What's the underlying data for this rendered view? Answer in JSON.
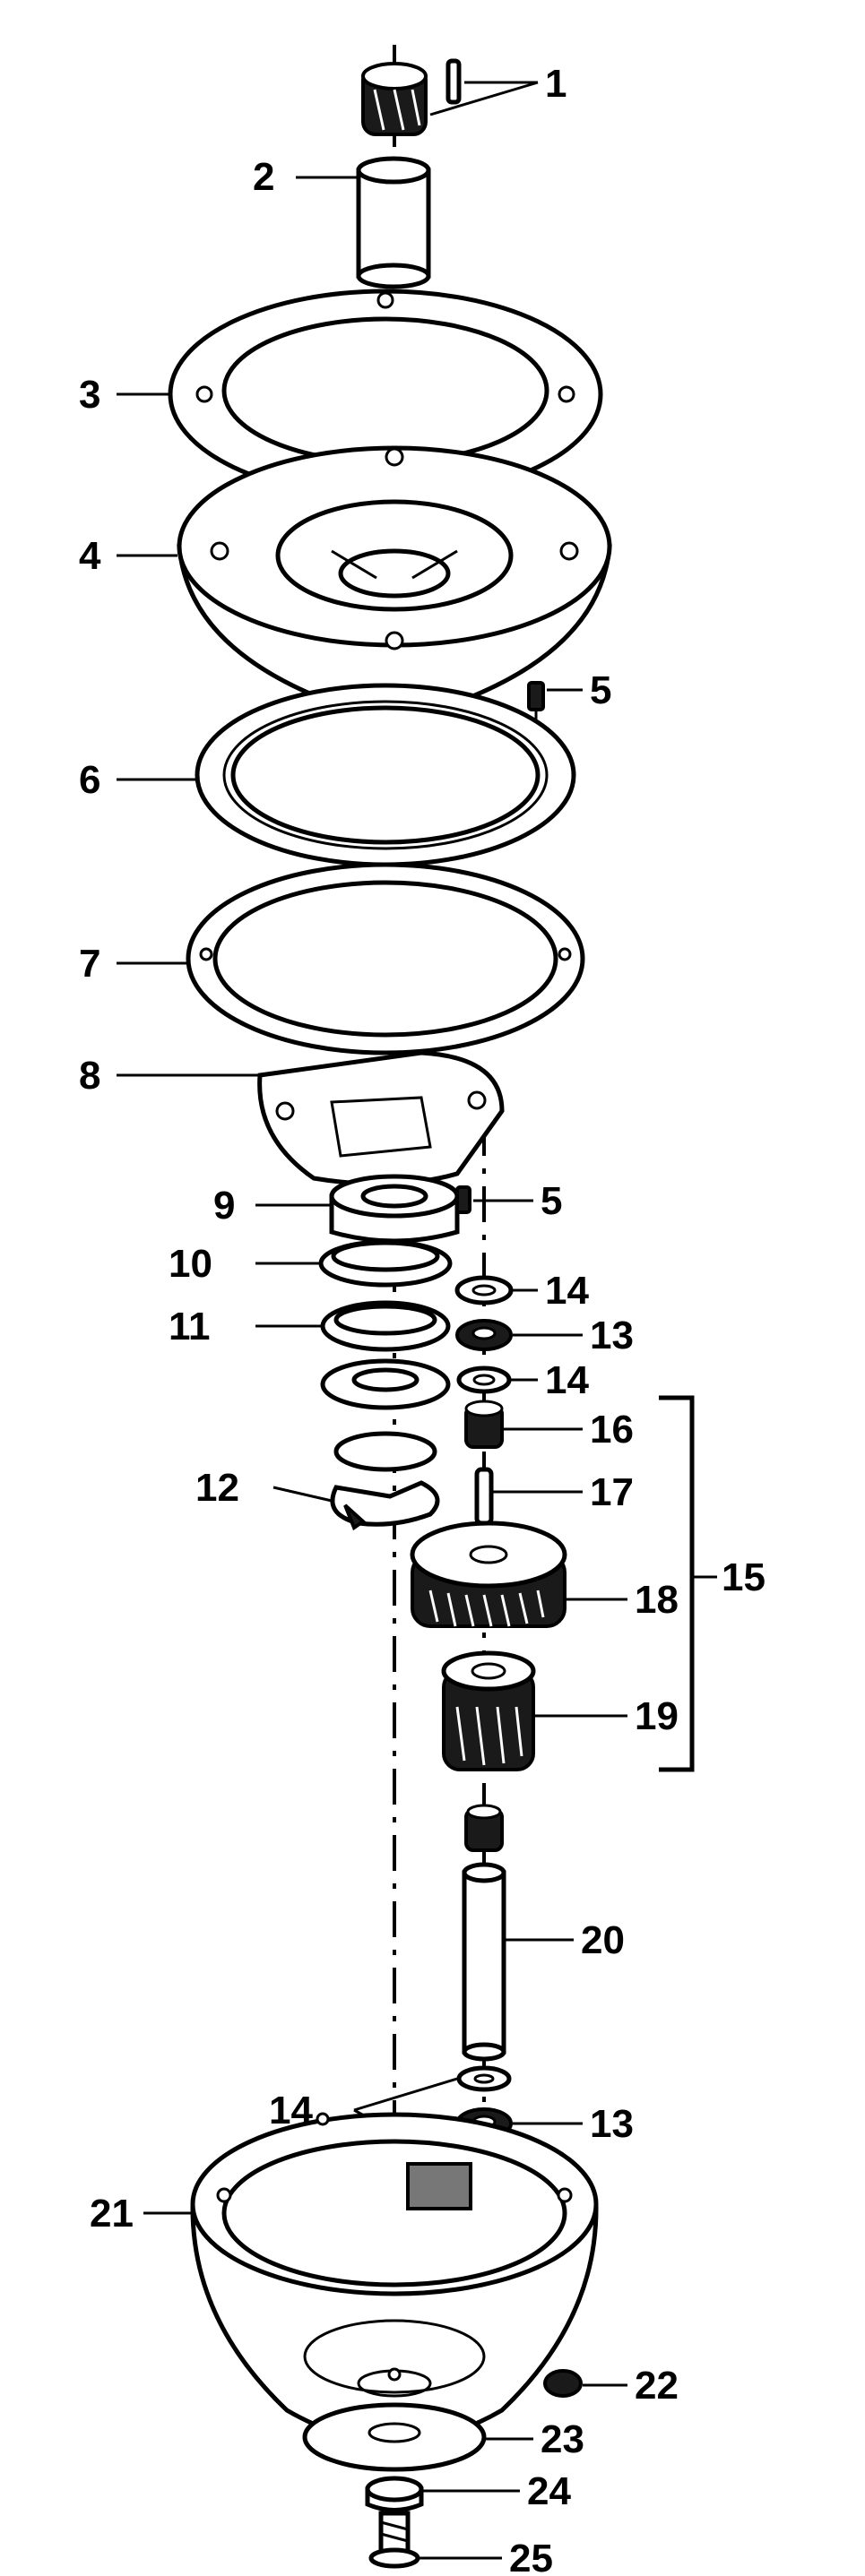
{
  "callouts": [
    {
      "id": "1",
      "text": "1"
    },
    {
      "id": "2",
      "text": "2"
    },
    {
      "id": "3",
      "text": "3"
    },
    {
      "id": "4",
      "text": "4"
    },
    {
      "id": "5a",
      "text": "5"
    },
    {
      "id": "6",
      "text": "6"
    },
    {
      "id": "7",
      "text": "7"
    },
    {
      "id": "8",
      "text": "8"
    },
    {
      "id": "9",
      "text": "9"
    },
    {
      "id": "5b",
      "text": "5"
    },
    {
      "id": "10",
      "text": "10"
    },
    {
      "id": "11",
      "text": "11"
    },
    {
      "id": "14a",
      "text": "14"
    },
    {
      "id": "13a",
      "text": "13"
    },
    {
      "id": "14b",
      "text": "14"
    },
    {
      "id": "16",
      "text": "16"
    },
    {
      "id": "12",
      "text": "12"
    },
    {
      "id": "17",
      "text": "17"
    },
    {
      "id": "15",
      "text": "15"
    },
    {
      "id": "18",
      "text": "18"
    },
    {
      "id": "19",
      "text": "19"
    },
    {
      "id": "20",
      "text": "20"
    },
    {
      "id": "14c",
      "text": "14"
    },
    {
      "id": "13b",
      "text": "13"
    },
    {
      "id": "21",
      "text": "21"
    },
    {
      "id": "22",
      "text": "22"
    },
    {
      "id": "23",
      "text": "23"
    },
    {
      "id": "24",
      "text": "24"
    },
    {
      "id": "25",
      "text": "25"
    }
  ]
}
